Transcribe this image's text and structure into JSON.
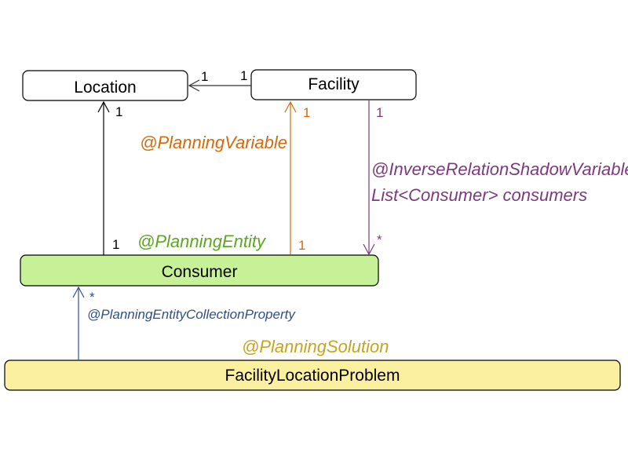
{
  "classes": {
    "location": {
      "name": "Location",
      "fill": "#ffffff"
    },
    "facility": {
      "name": "Facility",
      "fill": "#ffffff"
    },
    "consumer": {
      "name": "Consumer",
      "fill": "#c6f196"
    },
    "problem": {
      "name": "FacilityLocationProblem",
      "fill": "#fbf0a0"
    }
  },
  "relations": {
    "facility_location": {
      "source_multiplicity": "1",
      "target_multiplicity": "1",
      "color": "#333333"
    },
    "consumer_location": {
      "source_multiplicity": "1",
      "target_multiplicity": "1",
      "color": "#000000"
    },
    "consumer_facility": {
      "annotation": "@PlanningVariable",
      "source_multiplicity": "1",
      "target_multiplicity": "1",
      "color": "#d46a0c"
    },
    "facility_consumers": {
      "annotation": "@InverseRelationShadowVariable",
      "field": "List<Consumer> consumers",
      "source_multiplicity": "1",
      "target_multiplicity": "*",
      "color": "#7b3a7e"
    },
    "problem_consumers": {
      "annotation": "@PlanningEntityCollectionProperty",
      "target_multiplicity": "*",
      "color": "#2e4f8a"
    }
  },
  "stereotypes": {
    "consumer": {
      "text": "@PlanningEntity",
      "color": "#5ea621"
    },
    "problem": {
      "text": "@PlanningSolution",
      "color": "#c7a41d"
    }
  }
}
